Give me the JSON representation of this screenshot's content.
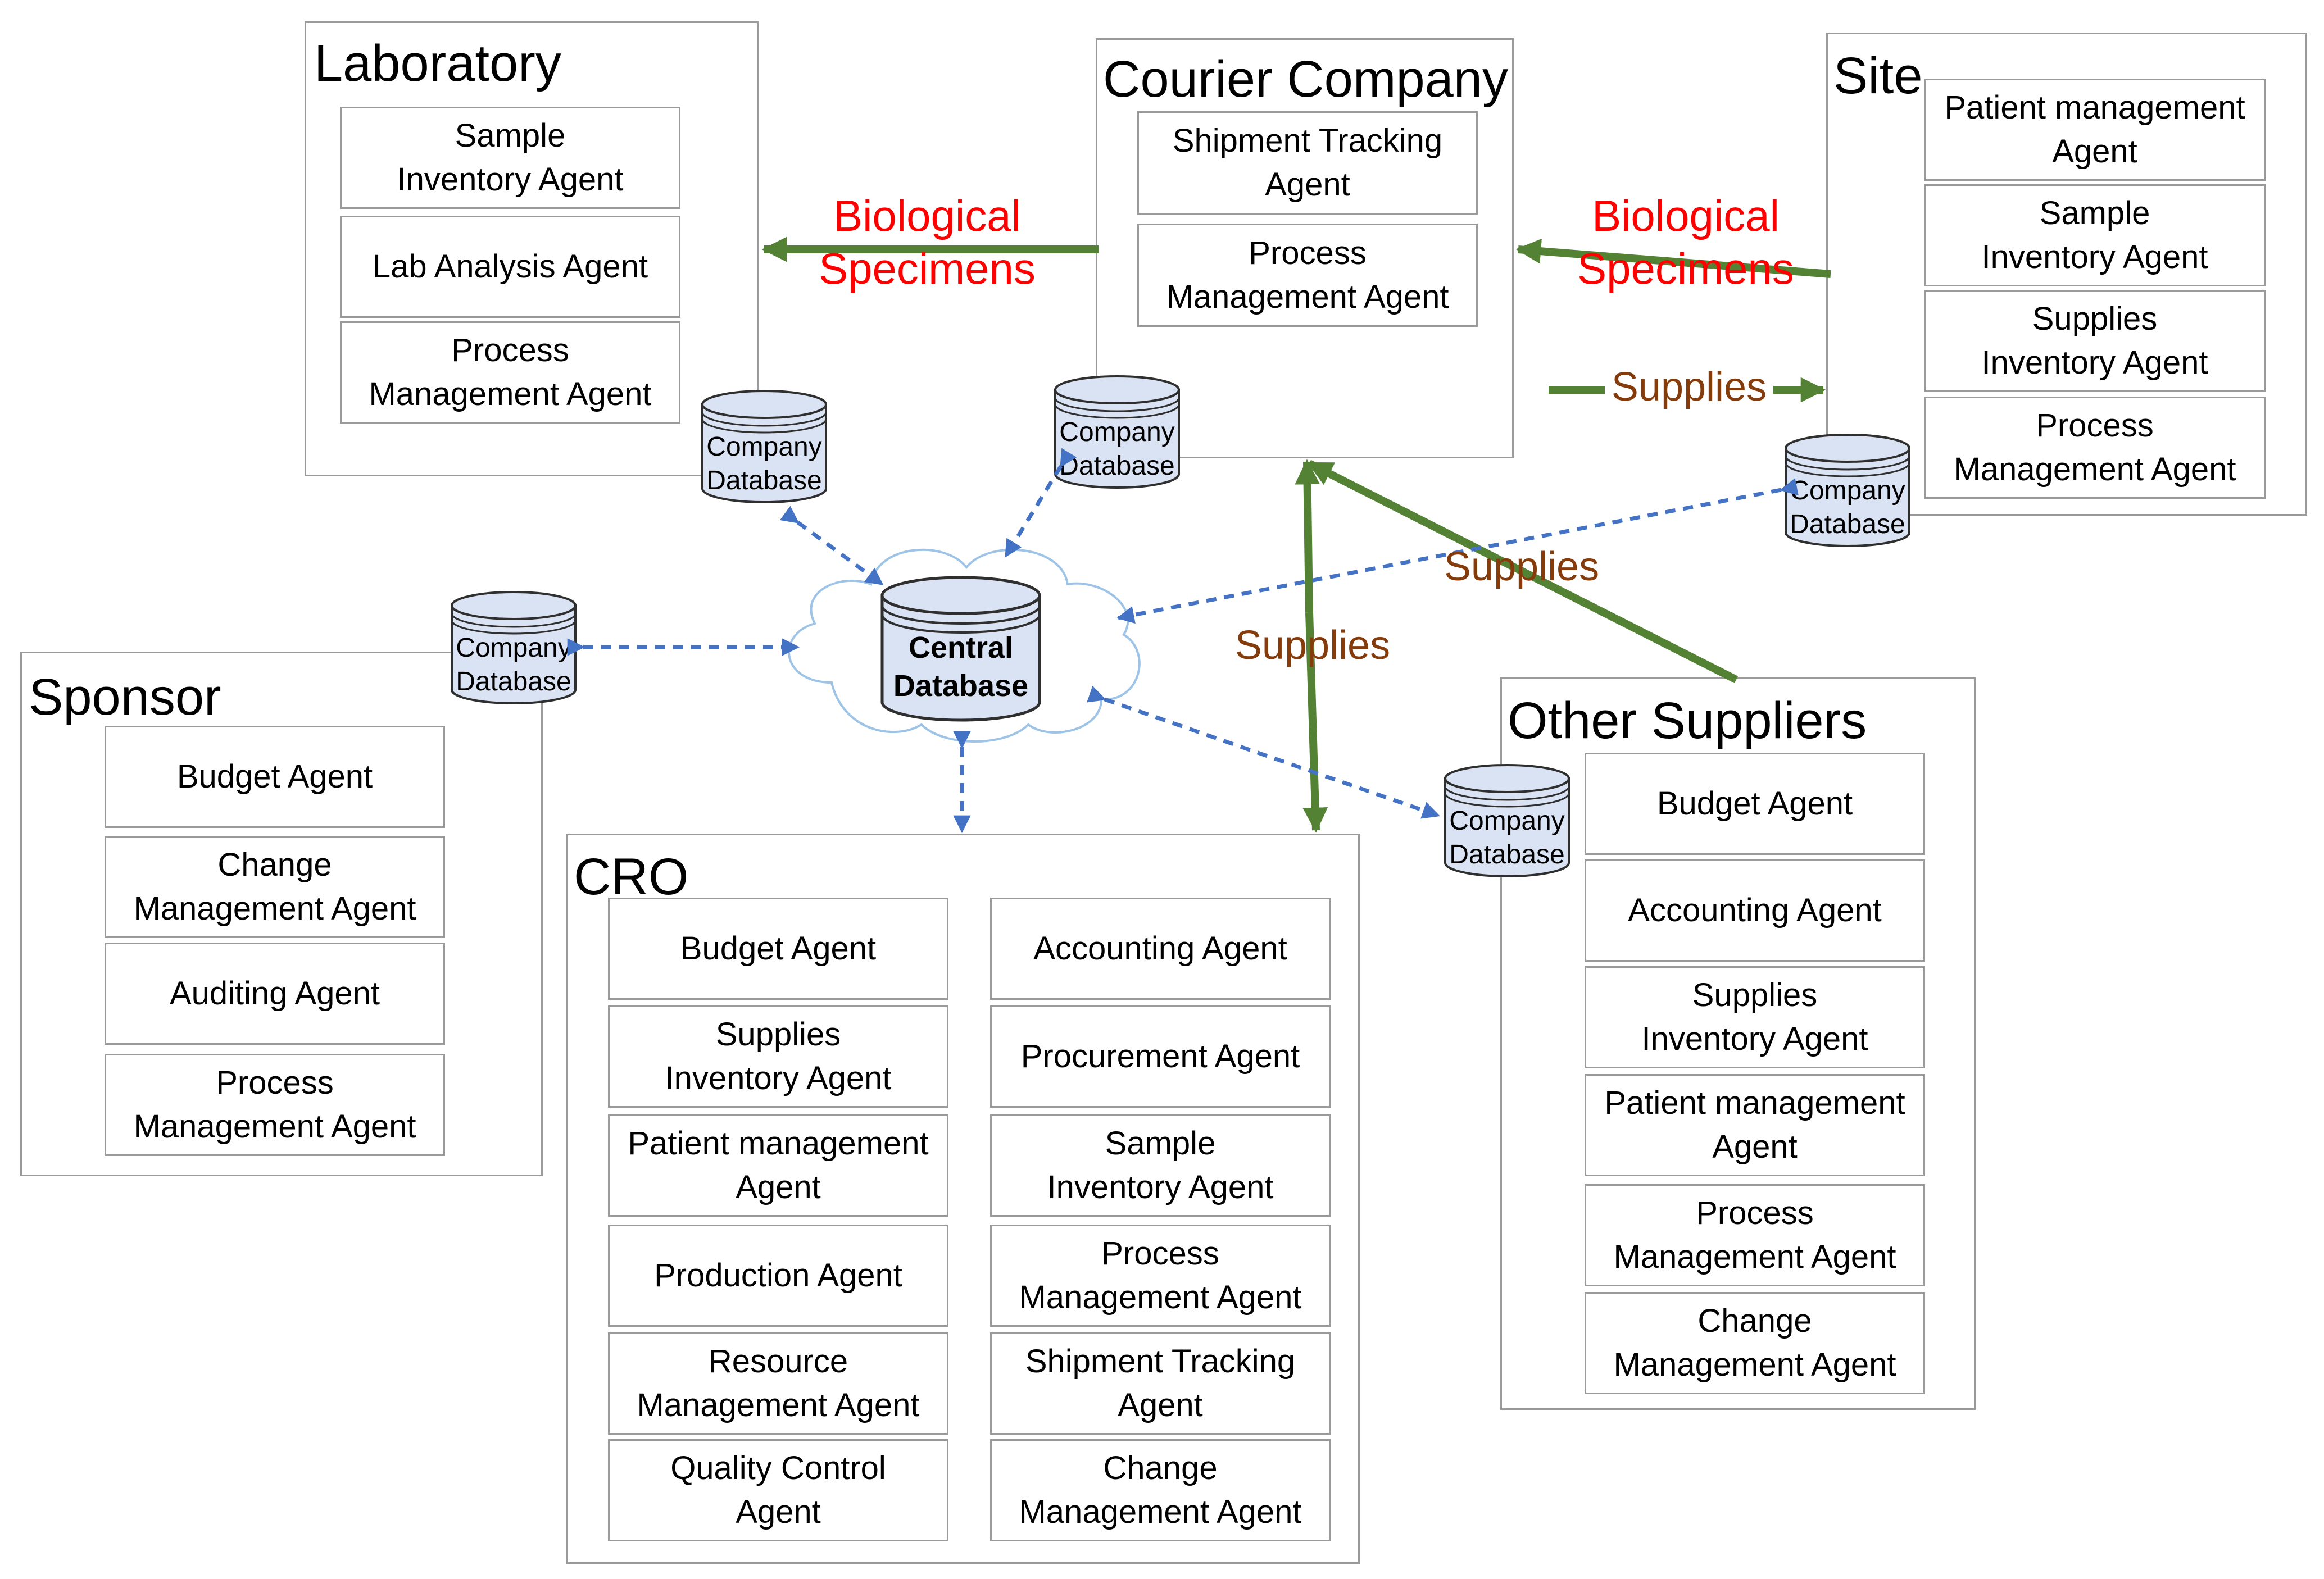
{
  "central_database": {
    "label": "Central\nDatabase"
  },
  "company_database_label": "Company\nDatabase",
  "organizations": {
    "laboratory": {
      "title": "Laboratory",
      "agents": [
        "Sample\nInventory Agent",
        "Lab Analysis Agent",
        "Process\nManagement Agent"
      ]
    },
    "courier": {
      "title": "Courier Company",
      "agents": [
        "Shipment Tracking\nAgent",
        "Process\nManagement Agent"
      ]
    },
    "site": {
      "title": "Site",
      "agents": [
        "Patient management\nAgent",
        "Sample\nInventory Agent",
        "Supplies\nInventory Agent",
        "Process\nManagement Agent"
      ]
    },
    "sponsor": {
      "title": "Sponsor",
      "agents": [
        "Budget Agent",
        "Change\nManagement Agent",
        "Auditing Agent",
        "Process\nManagement Agent"
      ]
    },
    "cro": {
      "title": "CRO",
      "agents_left": [
        "Budget Agent",
        "Supplies\nInventory Agent",
        "Patient management\nAgent",
        "Production Agent",
        "Resource\nManagement Agent",
        "Quality Control\nAgent"
      ],
      "agents_right": [
        "Accounting Agent",
        "Procurement Agent",
        "Sample\nInventory Agent",
        "Process\nManagement Agent",
        "Shipment Tracking\nAgent",
        "Change\nManagement Agent"
      ]
    },
    "other_suppliers": {
      "title": "Other Suppliers",
      "agents": [
        "Budget Agent",
        "Accounting Agent",
        "Supplies\nInventory Agent",
        "Patient management\nAgent",
        "Process\nManagement Agent",
        "Change\nManagement Agent"
      ]
    }
  },
  "flow_labels": {
    "bio_lab": "Biological\nSpecimens",
    "bio_site": "Biological\nSpecimens",
    "supplies_site": "Supplies",
    "supplies_other": "Supplies",
    "supplies_cro": "Supplies"
  },
  "colors": {
    "border": "#9a9a9a",
    "material_flow": "#548235",
    "data_link": "#4472c4",
    "biological_label": "#ff0000",
    "supplies_label": "#843c0c",
    "db_fill": "#dae3f3",
    "cloud_stroke": "#9dc3e6"
  }
}
